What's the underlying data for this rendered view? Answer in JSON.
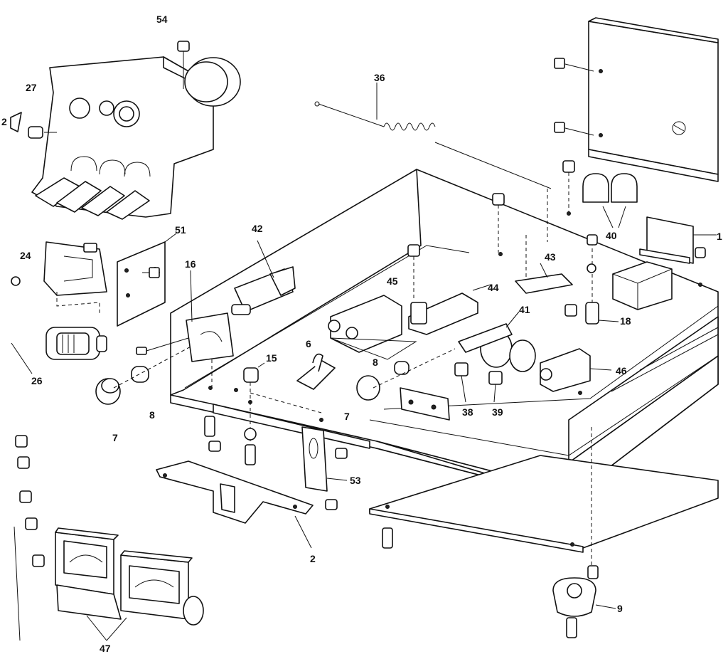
{
  "diagram": {
    "callouts": [
      "54",
      "27",
      "2",
      "24",
      "26",
      "51",
      "16",
      "42",
      "36",
      "45",
      "43",
      "44",
      "41",
      "40",
      "1",
      "18",
      "15",
      "6",
      "8",
      "7",
      "38",
      "39",
      "46",
      "53",
      "9",
      "47"
    ],
    "callout_alt": {
      "eight_right": "8",
      "seven_right": "7",
      "eight_left": "8",
      "seven_left": "7"
    }
  }
}
